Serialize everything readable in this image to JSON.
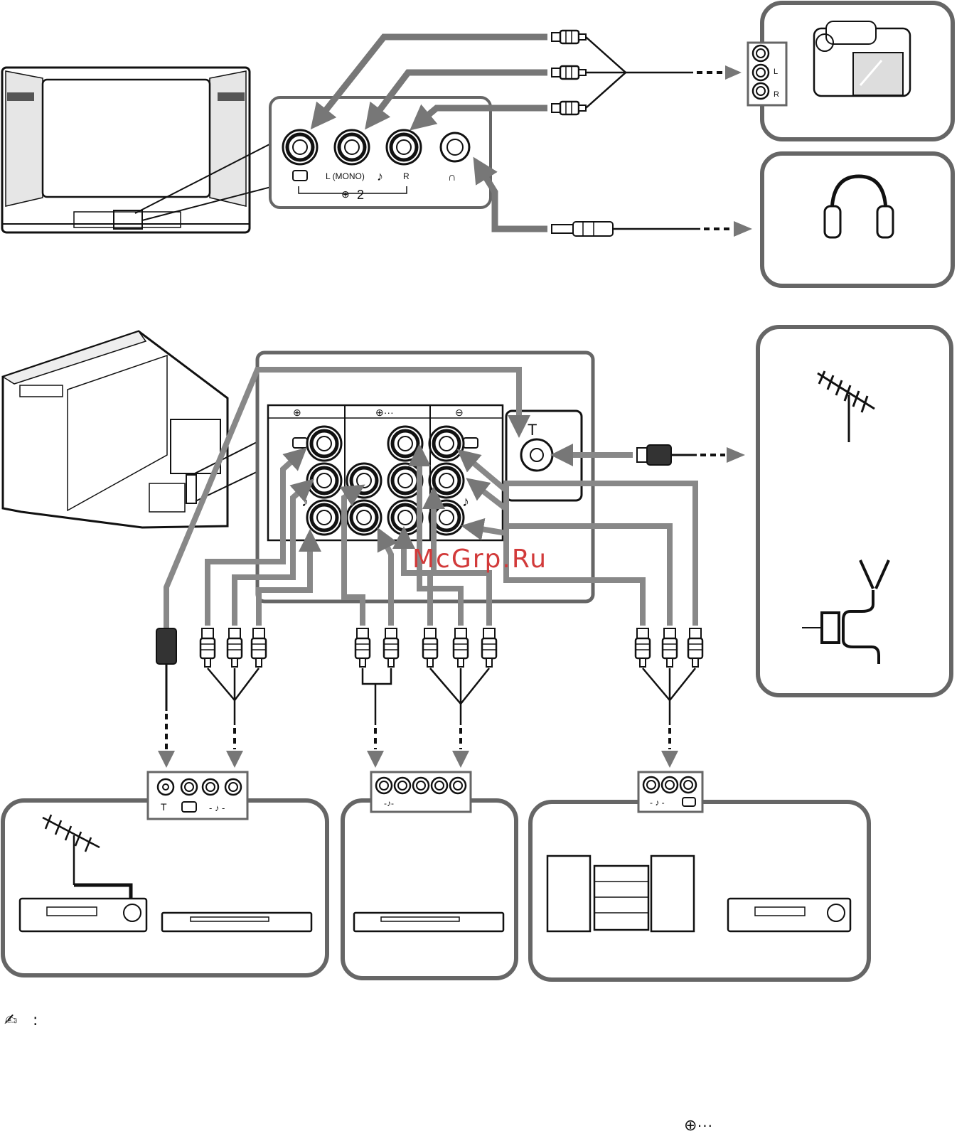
{
  "front_panel": {
    "mono_label": "L (MONO)",
    "right_label": "R",
    "input_number": "2",
    "camcorder_jacks": [
      "L",
      "R"
    ]
  },
  "rear_panel": {
    "antenna_symbol": "T"
  },
  "device_strips": {
    "vcr_jacks": [
      "T",
      "- ♪ -"
    ],
    "dvd_jacks": "-♪-",
    "audio_jacks": "- ♪ -"
  },
  "watermark": "McGrp.Ru",
  "note_marker": ":",
  "colors": {
    "arrow": "#777777",
    "line": "#222222",
    "watermark": "#d23a3a"
  }
}
